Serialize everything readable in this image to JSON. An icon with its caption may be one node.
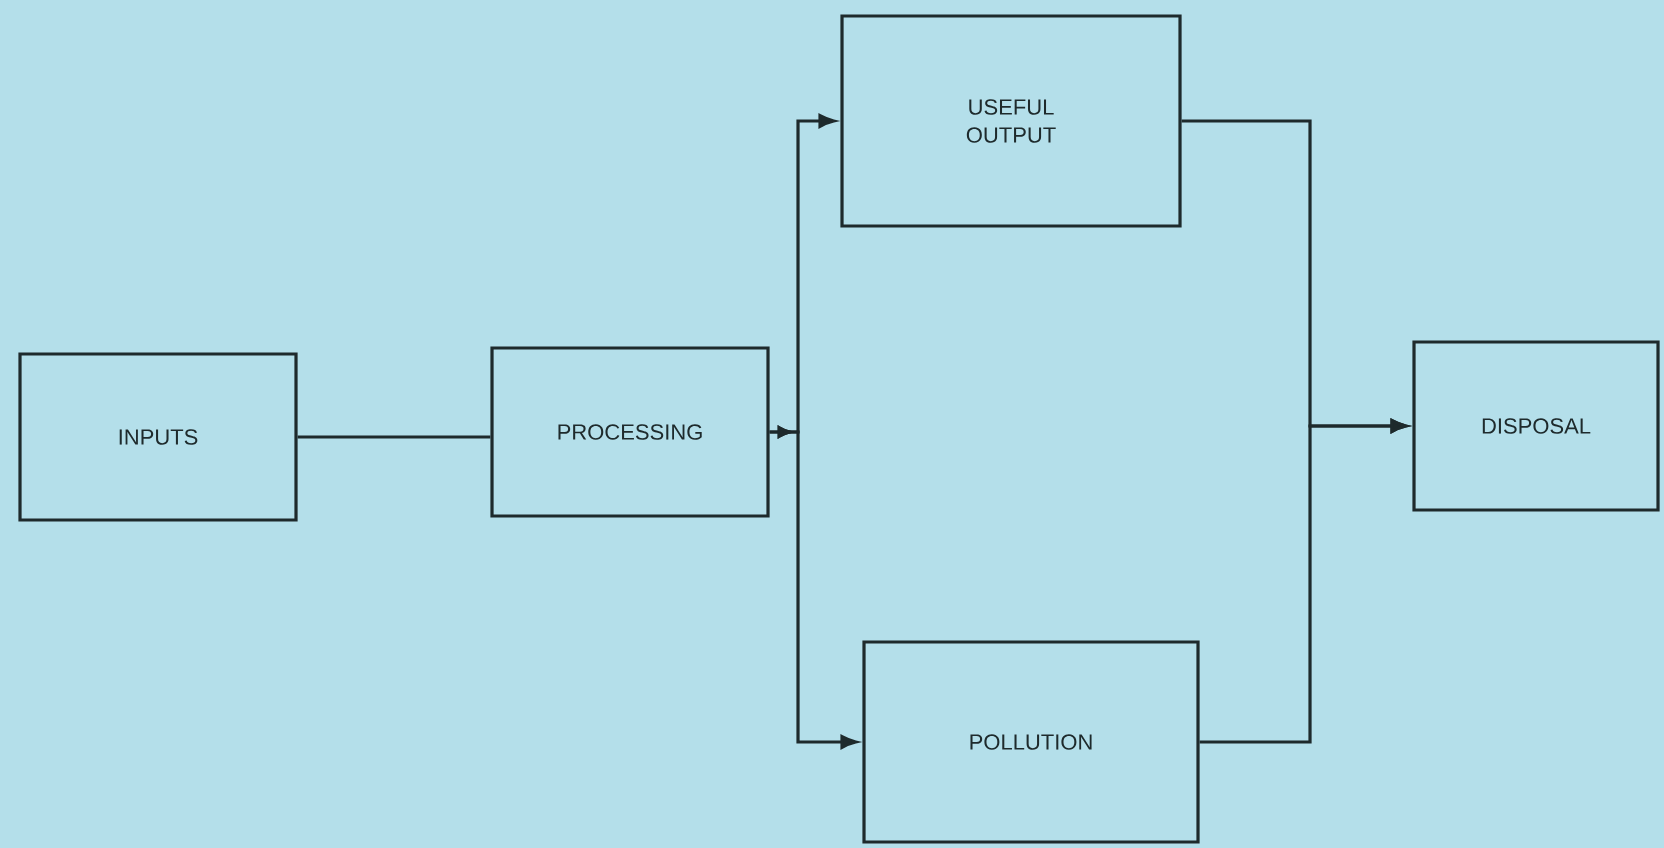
{
  "diagram": {
    "nodes": [
      {
        "text": [
          "INPUTS"
        ]
      },
      {
        "text": [
          "PROCESSING"
        ]
      },
      {
        "text": [
          "USEFUL OUTPUT"
        ]
      },
      {
        "text": [
          "POLLUTION"
        ]
      },
      {
        "text": [
          "DISPOSAL"
        ]
      }
    ],
    "edges": [
      {
        "from": 0,
        "to": 1,
        "arrow": "none"
      },
      {
        "from": 1,
        "to": 2,
        "arrow": "to"
      },
      {
        "from": 1,
        "to": 3,
        "arrow": "to"
      },
      {
        "from": 2,
        "to": 4,
        "arrow": "to"
      },
      {
        "from": 3,
        "to": 4,
        "arrow": "to"
      }
    ]
  }
}
